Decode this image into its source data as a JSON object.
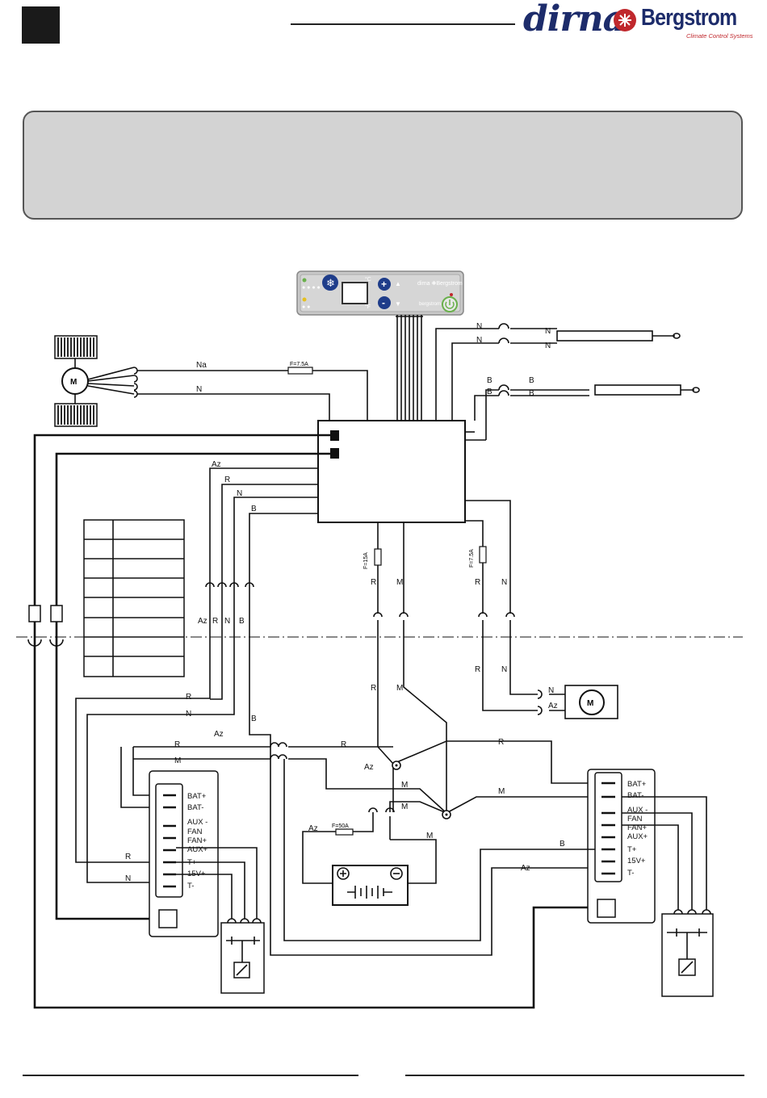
{
  "brand": {
    "name": "dirna",
    "partner": "Bergstrom",
    "tagline": "Climate Control Systems",
    "color_primary": "#1d2c6b",
    "color_accent": "#c0282d"
  },
  "panel": {
    "unit_c": "°C",
    "unit_f": "°F",
    "plus_glyph": "+",
    "minus_glyph": "-",
    "brand_small": "dirna ❋Bergstrom",
    "brand_sub": "bergstrom",
    "icons": [
      "snowflake-icon",
      "power-icon",
      "up-arrow-icon",
      "down-arrow-icon"
    ]
  },
  "wires": {
    "N": "N",
    "B": "B",
    "R": "R",
    "M": "M",
    "Az": "Az",
    "Na": "Na"
  },
  "fuses": {
    "f75": "F=7.5A",
    "f15": "F=15A",
    "f75b": "F=7.5A",
    "f50": "F=50A"
  },
  "motor_label": "M",
  "module_pins": [
    "BAT+",
    "BAT-",
    "AUX -",
    "FAN",
    "FAN+",
    "AUX+",
    "T+",
    "15V+",
    "T-"
  ],
  "table_rows": 8
}
